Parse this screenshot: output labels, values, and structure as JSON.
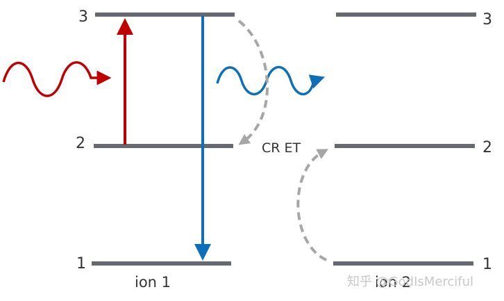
{
  "colors": {
    "level": "#666a70",
    "absorption": "#c00000",
    "emission": "#0d6fb8",
    "transfer": "#a6a6a6",
    "text": "#333333",
    "watermark": "#c8c8c8"
  },
  "ion1": {
    "name": "ion 1",
    "levels": [
      {
        "label": "3"
      },
      {
        "label": "2"
      },
      {
        "label": "1"
      }
    ]
  },
  "ion2": {
    "name": "ion 2",
    "levels": [
      {
        "label": "3"
      },
      {
        "label": "2"
      },
      {
        "label": "1"
      }
    ]
  },
  "transfer_label": "CR ET",
  "watermark": "知乎 @GodIsMerciful"
}
